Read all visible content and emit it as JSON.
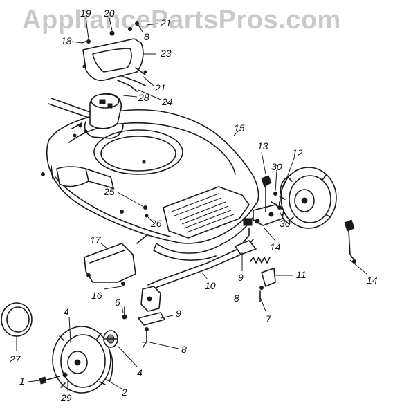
{
  "watermark": "AppliancePartsPros.com",
  "callouts": [
    {
      "id": "c18",
      "text": "18"
    },
    {
      "id": "c19",
      "text": "19"
    },
    {
      "id": "c20",
      "text": "20"
    },
    {
      "id": "c8a",
      "text": "8"
    },
    {
      "id": "c21a",
      "text": "21"
    },
    {
      "id": "c23",
      "text": "23"
    },
    {
      "id": "c21b",
      "text": "21"
    },
    {
      "id": "c28",
      "text": "28"
    },
    {
      "id": "c24",
      "text": "24"
    },
    {
      "id": "c15",
      "text": "15"
    },
    {
      "id": "c13",
      "text": "13"
    },
    {
      "id": "c12",
      "text": "12"
    },
    {
      "id": "c30a",
      "text": "30"
    },
    {
      "id": "c30b",
      "text": "30"
    },
    {
      "id": "c25",
      "text": "25"
    },
    {
      "id": "c26",
      "text": "26"
    },
    {
      "id": "c14a",
      "text": "14"
    },
    {
      "id": "c17",
      "text": "17"
    },
    {
      "id": "c9a",
      "text": "9"
    },
    {
      "id": "c10",
      "text": "10"
    },
    {
      "id": "c11",
      "text": "11"
    },
    {
      "id": "c14b",
      "text": "14"
    },
    {
      "id": "c16",
      "text": "16"
    },
    {
      "id": "c6",
      "text": "6"
    },
    {
      "id": "c8b",
      "text": "8"
    },
    {
      "id": "c7a",
      "text": "7"
    },
    {
      "id": "c9b",
      "text": "9"
    },
    {
      "id": "c4a",
      "text": "4"
    },
    {
      "id": "c7b",
      "text": "7"
    },
    {
      "id": "c8c",
      "text": "8"
    },
    {
      "id": "c27",
      "text": "27"
    },
    {
      "id": "c4b",
      "text": "4"
    },
    {
      "id": "c1",
      "text": "1"
    },
    {
      "id": "c29",
      "text": "29"
    },
    {
      "id": "c2",
      "text": "2"
    }
  ]
}
